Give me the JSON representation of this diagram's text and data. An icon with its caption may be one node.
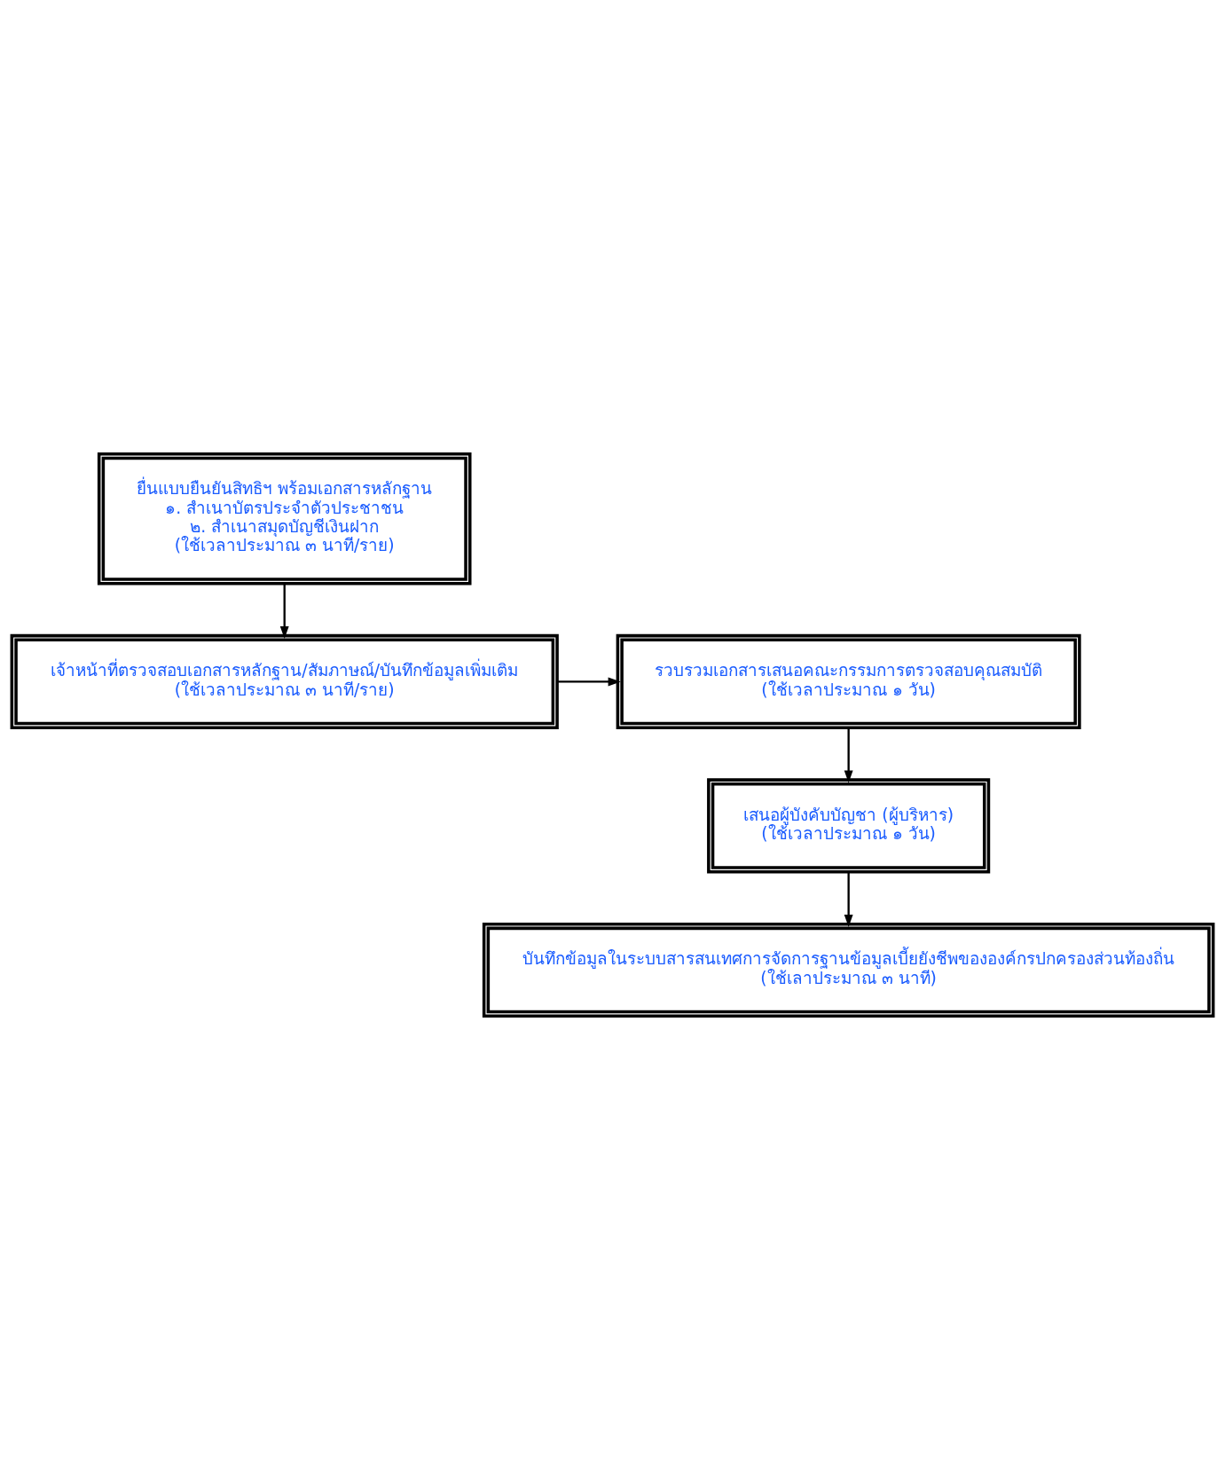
{
  "diagram": {
    "nodes": [
      {
        "text": [
          "ยื่นแบบยืนยันสิทธิฯ พร้อมเอกสารหลักฐาน",
          "๑. สำเนาบัตรประจำตัวประชาชน",
          "๒. สำเนาสมุดบัญชีเงินฝาก",
          "(ใช้เวลาประมาณ ๓ นาที/ราย)"
        ]
      },
      {
        "text": [
          "เจ้าหน้าที่ตรวจสอบเอกสารหลักฐาน/สัมภาษณ์/บันทึกข้อมูลเพิ่มเติม",
          "(ใช้เวลาประมาณ ๓ นาที/ราย)"
        ]
      },
      {
        "text": [
          "รวบรวมเอกสารเสนอคณะกรรมการตรวจสอบคุณสมบัติ",
          "(ใช้เวลาประมาณ ๑ วัน)"
        ]
      },
      {
        "text": [
          "เสนอผู้บังคับบัญชา (ผู้บริหาร)",
          "(ใช้เวลาประมาณ ๑ วัน)"
        ]
      },
      {
        "text": [
          "บันทึกข้อมูลในระบบสารสนเทศการจัดการฐานข้อมูลเบี้ยยังชีพขององค์กรปกครองส่วนท้องถิ่น",
          "(ใช้เลาประมาณ ๓ นาที)"
        ]
      }
    ],
    "edges": [
      {
        "from": 0,
        "to": 1,
        "arrow": "to"
      },
      {
        "from": 1,
        "to": 2,
        "arrow": "to"
      },
      {
        "from": 2,
        "to": 3,
        "arrow": "to"
      },
      {
        "from": 3,
        "to": 4,
        "arrow": "to"
      }
    ]
  }
}
